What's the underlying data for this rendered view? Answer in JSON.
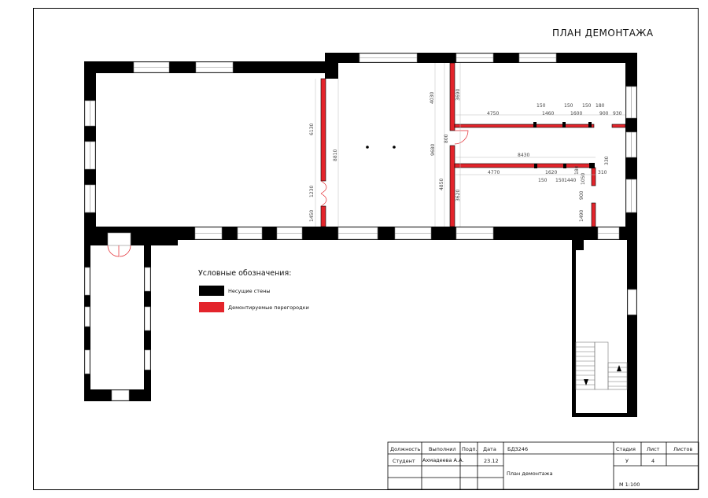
{
  "sheet": {
    "title": "ПЛАН ДЕМОНТАЖА"
  },
  "colors": {
    "bearing_wall": "#000000",
    "demolished_partition": "#e3242b",
    "frame": "#000000"
  },
  "legend": {
    "title": "Условные обозначения:",
    "items": [
      {
        "label": "Несущие стены",
        "color": "#000000"
      },
      {
        "label": "Демонтируемые перегородки",
        "color": "#e3242b"
      }
    ]
  },
  "dimensions": {
    "wall1": {
      "d6130": "6130",
      "d8810": "8810",
      "d1230": "1230",
      "d1450": "1450"
    },
    "wall2": {
      "d4030": "4030",
      "d3690": "3690",
      "d9680": "9680",
      "d800": "800",
      "d4850": "4850",
      "d3620": "3620"
    },
    "upper": {
      "d4750": "4750",
      "d150a": "150",
      "d1460": "1460",
      "d150b": "150",
      "d1600": "1600",
      "d150c": "150",
      "d180": "180",
      "d900": "900",
      "d930": "930"
    },
    "lower": {
      "d8430": "8430",
      "d330": "330",
      "d4770": "4770",
      "d150a": "150",
      "d1620": "1620",
      "d150b": "150",
      "d1440": "1440",
      "d180": "180",
      "d310": "310",
      "d1050": "1050",
      "d900": "900",
      "d1490": "1490"
    }
  },
  "title_block": {
    "headers": {
      "position": "Должность",
      "performed": "Выполнил",
      "signature": "Подп.",
      "date": "Дата",
      "code": "БД3246",
      "stage": "Стадия",
      "sheet": "Лист",
      "sheets": "Листов"
    },
    "row1": {
      "position": "Студент",
      "performed": "Ахмадеева А.А.",
      "date": "23.12",
      "stage": "У",
      "sheet": "4"
    },
    "drawing_name": "План демонтажа",
    "scale": "М 1:100"
  }
}
